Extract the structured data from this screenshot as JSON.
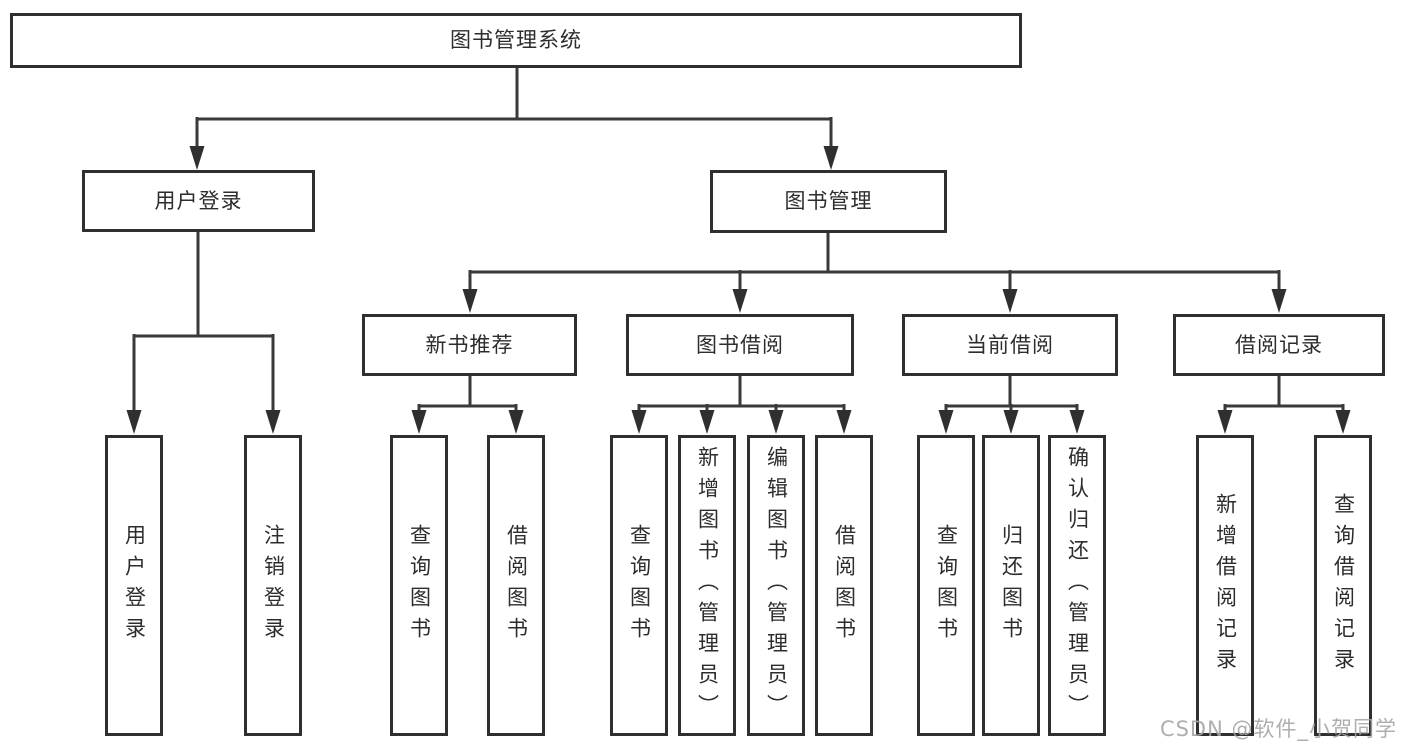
{
  "diagram": {
    "root": {
      "label": "图书管理系统"
    },
    "branches": [
      {
        "label": "用户登录",
        "leaves": [
          "用户登录",
          "注销登录"
        ]
      },
      {
        "label": "图书管理",
        "groups": [
          {
            "label": "新书推荐",
            "leaves": [
              "查询图书",
              "借阅图书"
            ]
          },
          {
            "label": "图书借阅",
            "leaves": [
              "查询图书",
              "新增图书（管理员）",
              "编辑图书（管理员）",
              "借阅图书"
            ]
          },
          {
            "label": "当前借阅",
            "leaves": [
              "查询图书",
              "归还图书",
              "确认归还（管理员）"
            ]
          },
          {
            "label": "借阅记录",
            "leaves": [
              "新增借阅记录",
              "查询借阅记录"
            ]
          }
        ]
      }
    ]
  },
  "watermark": "CSDN @软件_小贺同学",
  "colors": {
    "line": "#3a3a3a",
    "border": "#2f2f2f",
    "text": "#2d2d2d",
    "watermark": "#a5a5a5",
    "background": "#ffffff"
  }
}
